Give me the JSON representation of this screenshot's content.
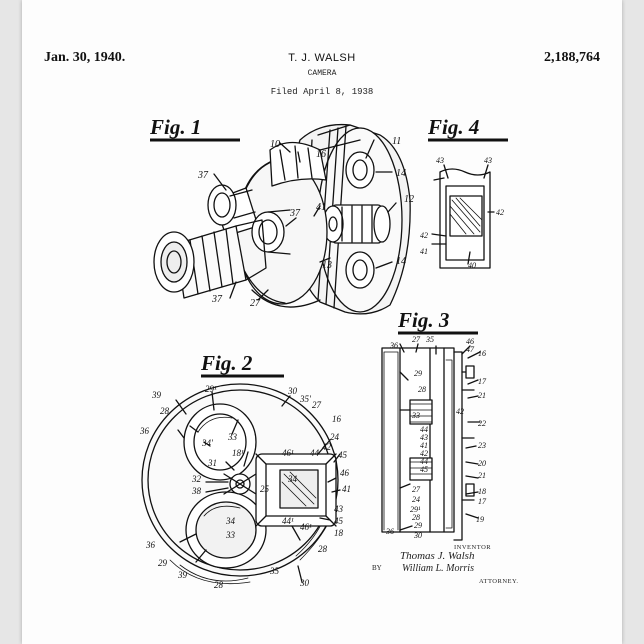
{
  "header": {
    "date": "Jan. 30, 1940.",
    "inventor": "T. J. WALSH",
    "patent_number": "2,188,764",
    "subject": "CAMERA",
    "filed": "Filed April 8, 1938"
  },
  "figures": {
    "fig1": "Fig. 1",
    "fig2": "Fig. 2",
    "fig3": "Fig. 3",
    "fig4": "Fig. 4"
  },
  "fig1_labels": [
    "10",
    "11",
    "16",
    "14",
    "37",
    "41",
    "12",
    "37",
    "13",
    "14",
    "37",
    "27"
  ],
  "fig4_labels": [
    "43",
    "43",
    "42",
    "42",
    "41",
    "40"
  ],
  "fig2_labels": [
    "29¹",
    "30",
    "39",
    "35'",
    "27",
    "28",
    "16",
    "36",
    "34'",
    "33",
    "18¹",
    "31",
    "32",
    "38",
    "30",
    "34",
    "33",
    "36",
    "29",
    "39",
    "28",
    "35",
    "24",
    "42",
    "44",
    "45",
    "46",
    "41",
    "46¹",
    "34",
    "25",
    "44¹",
    "46¹",
    "43",
    "45",
    "18",
    "28"
  ],
  "fig3_labels": [
    "36",
    "27",
    "35",
    "46",
    "47",
    "16",
    "29",
    "28",
    "17",
    "21",
    "33",
    "42",
    "22",
    "44",
    "43",
    "41",
    "23",
    "20",
    "42",
    "44",
    "45",
    "21",
    "27",
    "24",
    "18",
    "29¹",
    "28",
    "19",
    "17",
    "36",
    "29",
    "30"
  ],
  "signature": {
    "inventor_label": "INVENTOR",
    "inventor_name": "Thomas J. Walsh",
    "by_label": "BY",
    "attorney_name": "William L. Morris",
    "attorney_label": "ATTORNEY."
  }
}
